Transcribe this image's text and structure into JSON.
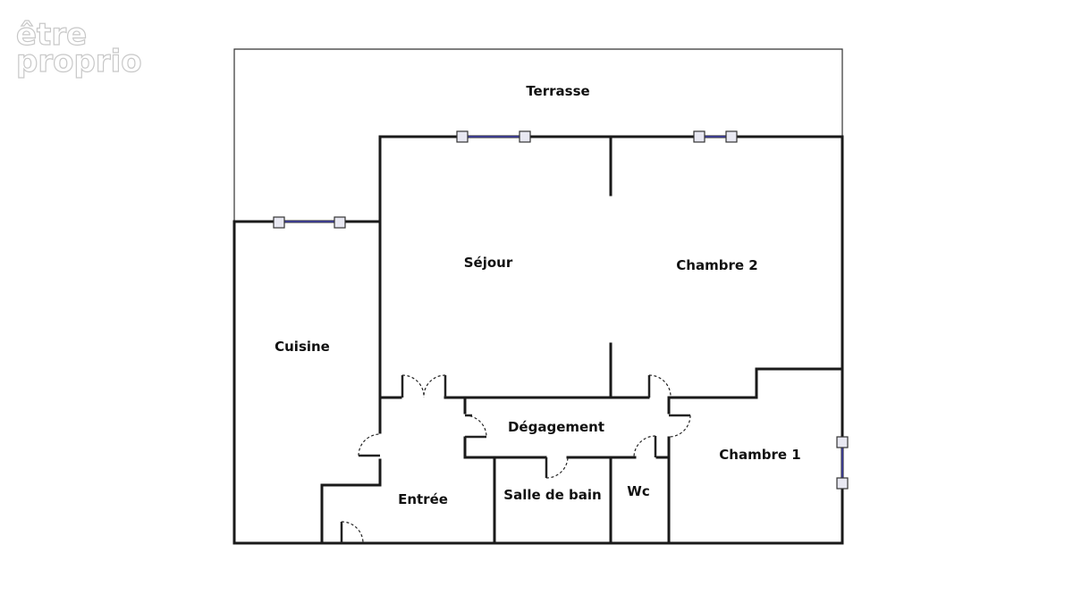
{
  "watermark": {
    "line1": "être",
    "line2": "proprio"
  },
  "rooms": {
    "terrasse": "Terrasse",
    "sejour": "Séjour",
    "chambre2": "Chambre 2",
    "cuisine": "Cuisine",
    "degagement": "Dégagement",
    "chambre1": "Chambre 1",
    "entree": "Entrée",
    "salle_de_bain": "Salle de bain",
    "wc": "Wc"
  },
  "colors": {
    "wall": "#1a1a1a",
    "window_bar": "#3b3b8a",
    "background": "#ffffff"
  }
}
